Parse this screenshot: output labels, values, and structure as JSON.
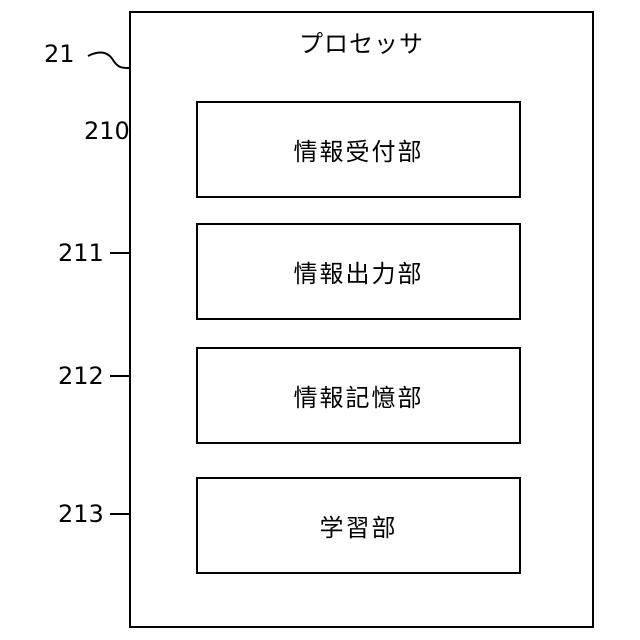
{
  "processor": {
    "ref": "21",
    "title": "プロセッサ"
  },
  "units": [
    {
      "ref": "210",
      "label": "情報受付部"
    },
    {
      "ref": "211",
      "label": "情報出力部"
    },
    {
      "ref": "212",
      "label": "情報記憶部"
    },
    {
      "ref": "213",
      "label": "学習部"
    }
  ]
}
